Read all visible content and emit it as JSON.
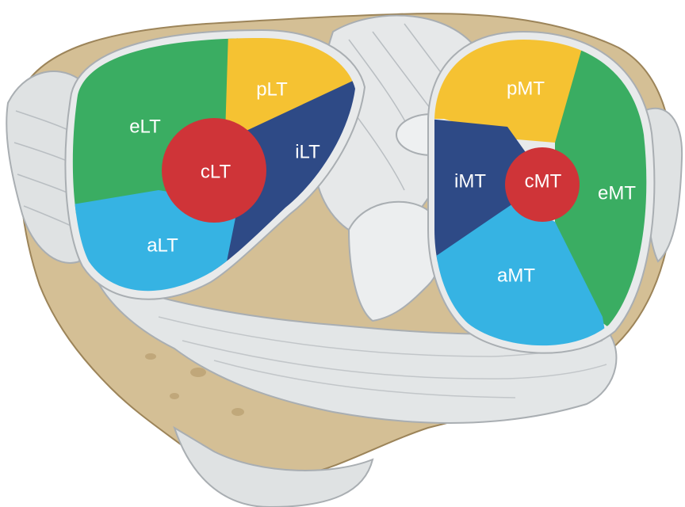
{
  "diagram": {
    "lateral_plateau": {
      "regions": [
        {
          "key": "eLT",
          "label": "eLT",
          "color": "#3aad62"
        },
        {
          "key": "pLT",
          "label": "pLT",
          "color": "#f5c232"
        },
        {
          "key": "iLT",
          "label": "iLT",
          "color": "#2e4a86"
        },
        {
          "key": "cLT",
          "label": "cLT",
          "color": "#cf3438"
        },
        {
          "key": "aLT",
          "label": "aLT",
          "color": "#36b3e3"
        }
      ]
    },
    "medial_plateau": {
      "regions": [
        {
          "key": "pMT",
          "label": "pMT",
          "color": "#f5c232"
        },
        {
          "key": "iMT",
          "label": "iMT",
          "color": "#2e4a86"
        },
        {
          "key": "cMT",
          "label": "cMT",
          "color": "#cf3438"
        },
        {
          "key": "eMT",
          "label": "eMT",
          "color": "#3aad62"
        },
        {
          "key": "aMT",
          "label": "aMT",
          "color": "#36b3e3"
        }
      ]
    },
    "colors": {
      "bone": "#d4bf95",
      "bone_dark": "#b89e6f",
      "ligament": "#e6e8e9",
      "ligament_shade": "#b9bec2",
      "label_text": "#ffffff"
    }
  }
}
